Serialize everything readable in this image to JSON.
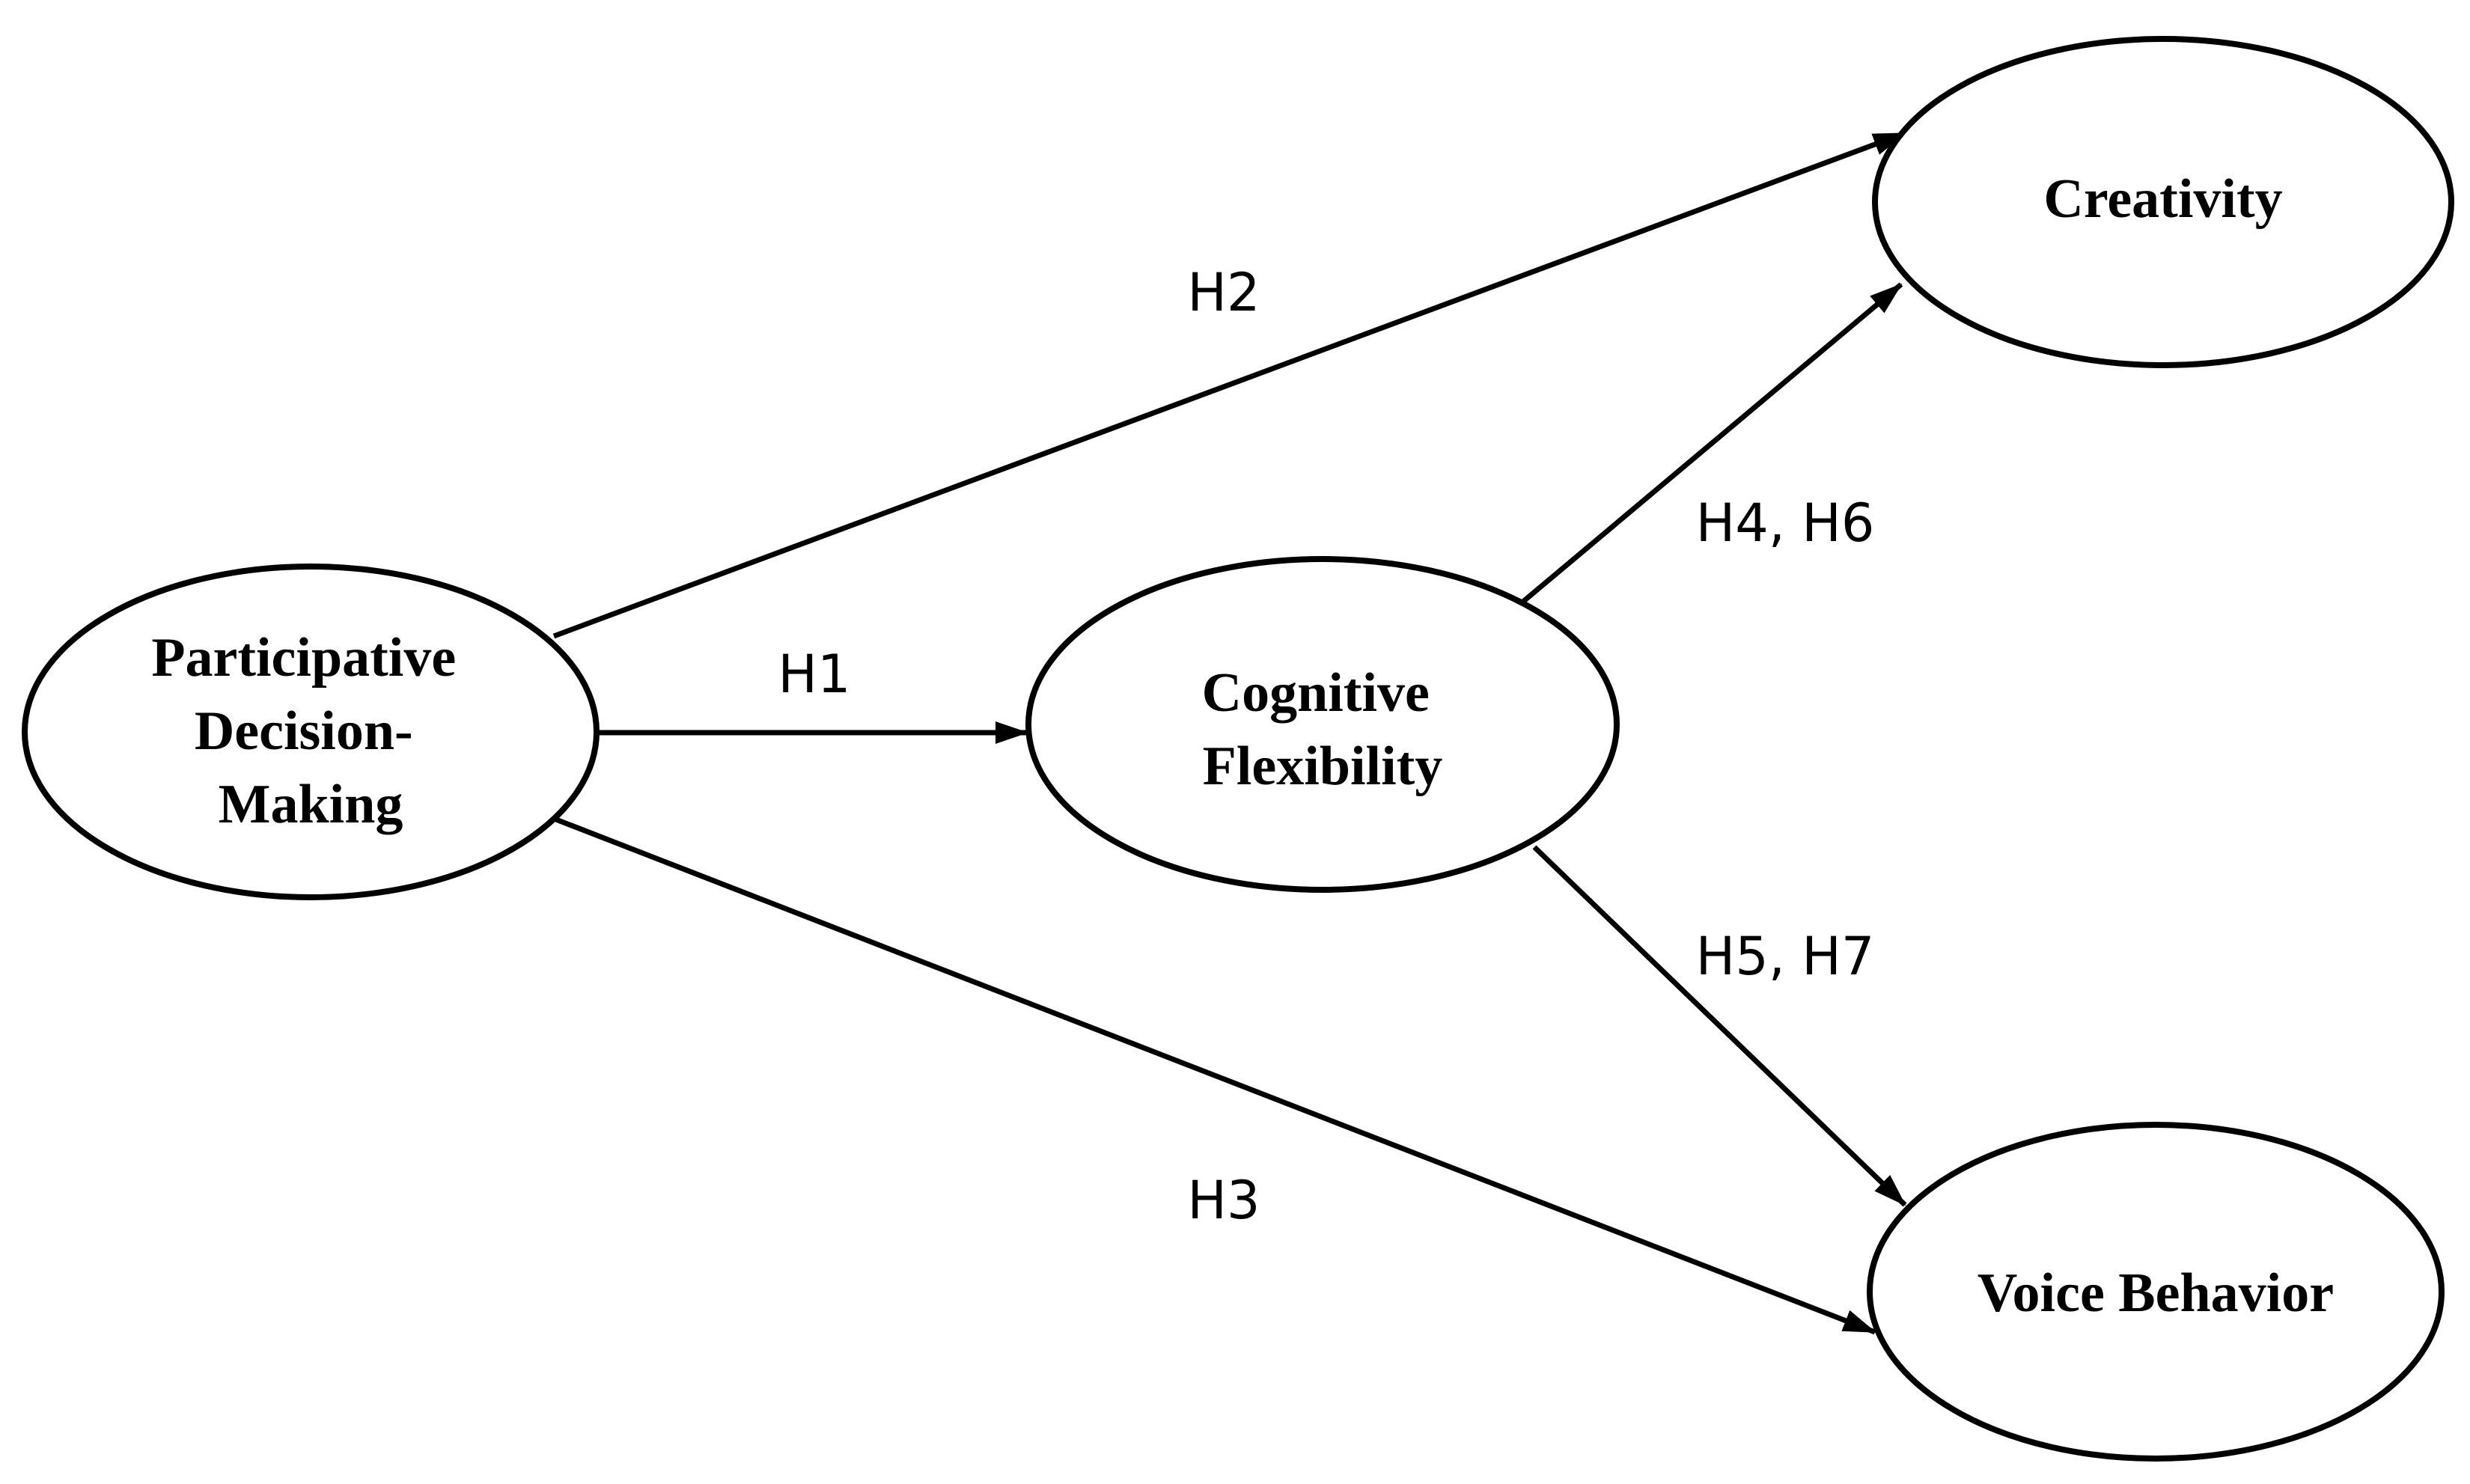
{
  "nodes": {
    "pdm": {
      "lines": [
        "Participative",
        "Decision-",
        "Making"
      ]
    },
    "cf": {
      "lines": [
        "Cognitive",
        "Flexibility"
      ]
    },
    "creativity": {
      "lines": [
        "Creativity"
      ]
    },
    "voice": {
      "lines": [
        "Voice Behavior"
      ]
    }
  },
  "edges": {
    "h1": {
      "from": "pdm",
      "to": "cf",
      "label": "H1"
    },
    "h2": {
      "from": "pdm",
      "to": "creativity",
      "label": "H2"
    },
    "h3": {
      "from": "pdm",
      "to": "voice",
      "label": "H3"
    },
    "h4h6": {
      "from": "cf",
      "to": "creativity",
      "label": "H4, H6"
    },
    "h5h7": {
      "from": "cf",
      "to": "voice",
      "label": "H5, H7"
    }
  },
  "colors": {
    "stroke": "#000000",
    "background": "#ffffff"
  }
}
